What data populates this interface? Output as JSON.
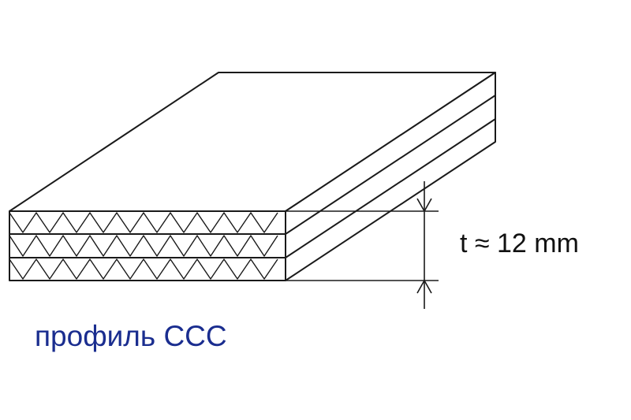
{
  "dimension": {
    "thickness_label": "t ≈ 12 mm"
  },
  "profile": {
    "label": "профиль CCC",
    "label_color": "#1a2d8f"
  },
  "board": {
    "layers": 3,
    "line_color": "#1a1a1a"
  }
}
